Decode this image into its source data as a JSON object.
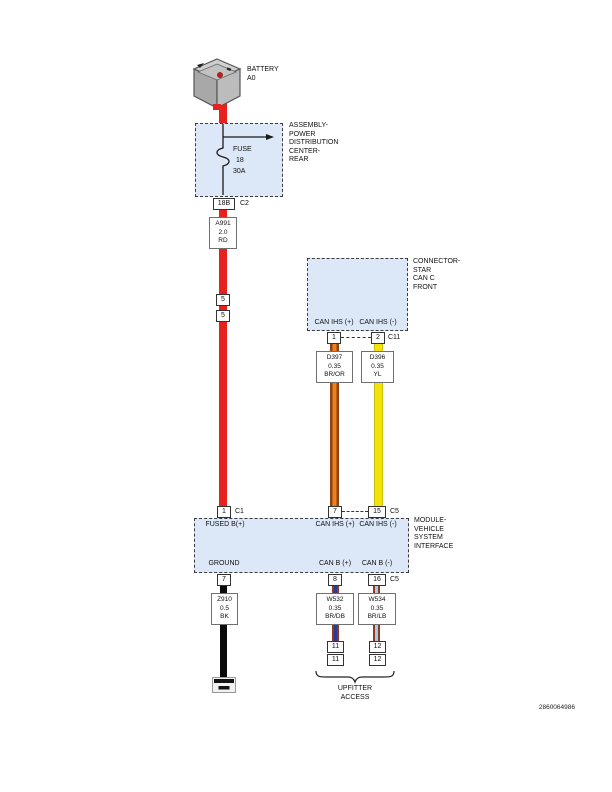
{
  "doc_number": "2860064986",
  "colors": {
    "box_fill": "#dce8f7",
    "box_border": "#3c3c3c",
    "wire_red": "#e8211d",
    "wire_yellow": "#f2e30a",
    "wire_orange": "#f08018",
    "wire_brown": "#8c4317",
    "wire_dark_blue": "#2b3a99",
    "wire_light_blue": "#a8c8e8",
    "wire_black": "#0a0a0a"
  },
  "battery": {
    "label": "BATTERY",
    "code": "A0"
  },
  "pdc": {
    "title": [
      "ASSEMBLY-",
      "POWER",
      "DISTRIBUTION",
      "CENTER-",
      "REAR"
    ],
    "fuse": {
      "name": "FUSE",
      "number": "18",
      "rating": "30A"
    },
    "pin": "18B",
    "connector": "C2"
  },
  "wire_a991": {
    "circuit": "A991",
    "gauge": "2.0",
    "color": "RD"
  },
  "splice_top": "5",
  "splice_bottom": "5",
  "star": {
    "title": [
      "CONNECTOR-",
      "STAR",
      "CAN C",
      "FRONT"
    ],
    "pin_plus": {
      "label": "CAN IHS (+)",
      "pin": "1"
    },
    "pin_minus": {
      "label": "CAN IHS (-)",
      "pin": "2"
    },
    "connector": "C11"
  },
  "wire_d397": {
    "circuit": "D397",
    "gauge": "0.35",
    "color": "BR/OR"
  },
  "wire_d396": {
    "circuit": "D396",
    "gauge": "0.35",
    "color": "YL"
  },
  "module": {
    "title": [
      "MODULE-",
      "VEHICLE",
      "SYSTEM",
      "INTERFACE"
    ],
    "top": {
      "b_plus": {
        "pin": "1",
        "connector": "C1",
        "label": "FUSED B(+)"
      },
      "can_plus": {
        "pin": "7",
        "label": "CAN IHS (+)"
      },
      "can_minus": {
        "pin": "15",
        "connector": "C5",
        "label": "CAN IHS (-)"
      }
    },
    "bottom": {
      "ground": {
        "pin": "7",
        "label": "GROUND"
      },
      "canb_plus": {
        "pin": "8",
        "label": "CAN B (+)"
      },
      "canb_minus": {
        "pin": "16",
        "connector": "C5",
        "label": "CAN B (-)"
      }
    }
  },
  "wire_z910": {
    "circuit": "Z910",
    "gauge": "0.5",
    "color": "BK"
  },
  "wire_w532": {
    "circuit": "W532",
    "gauge": "0.35",
    "color": "BR/DB"
  },
  "wire_w534": {
    "circuit": "W534",
    "gauge": "0.35",
    "color": "BR/LB"
  },
  "upfitter": {
    "left_pins": [
      "11",
      "11"
    ],
    "right_pins": [
      "12",
      "12"
    ],
    "label": [
      "UPFITTER",
      "ACCESS"
    ]
  }
}
